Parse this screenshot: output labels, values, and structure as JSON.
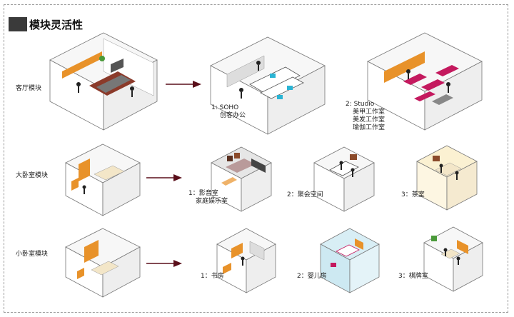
{
  "title": "模块灵活性",
  "colors": {
    "arrow": "#5a0f1a",
    "title_block": "#3a3a3a",
    "orange": "#e8922a",
    "pink": "#c4195e",
    "cyan": "#2ab4d4",
    "beige": "#f3e6c8",
    "cream": "#fbf1d2",
    "light_blue": "#cde9f2"
  },
  "rows": [
    {
      "source_label": "客厅模块",
      "variants": [
        {
          "label_lines": [
            "1: SOHO",
            "创客办公"
          ]
        },
        {
          "label_lines": [
            "2: Studio",
            "美甲工作室",
            "美发工作室",
            "瑜伽工作室"
          ]
        }
      ]
    },
    {
      "source_label": "大卧室模块",
      "variants": [
        {
          "label_lines": [
            "1：影音室",
            "家庭娱乐室"
          ]
        },
        {
          "label_lines": [
            "2：聚会空间"
          ]
        },
        {
          "label_lines": [
            "3：茶室"
          ]
        }
      ]
    },
    {
      "source_label": "小卧室模块",
      "variants": [
        {
          "label_lines": [
            "1：书房"
          ]
        },
        {
          "label_lines": [
            "2：婴儿房"
          ]
        },
        {
          "label_lines": [
            "3：棋牌室"
          ]
        }
      ]
    }
  ]
}
